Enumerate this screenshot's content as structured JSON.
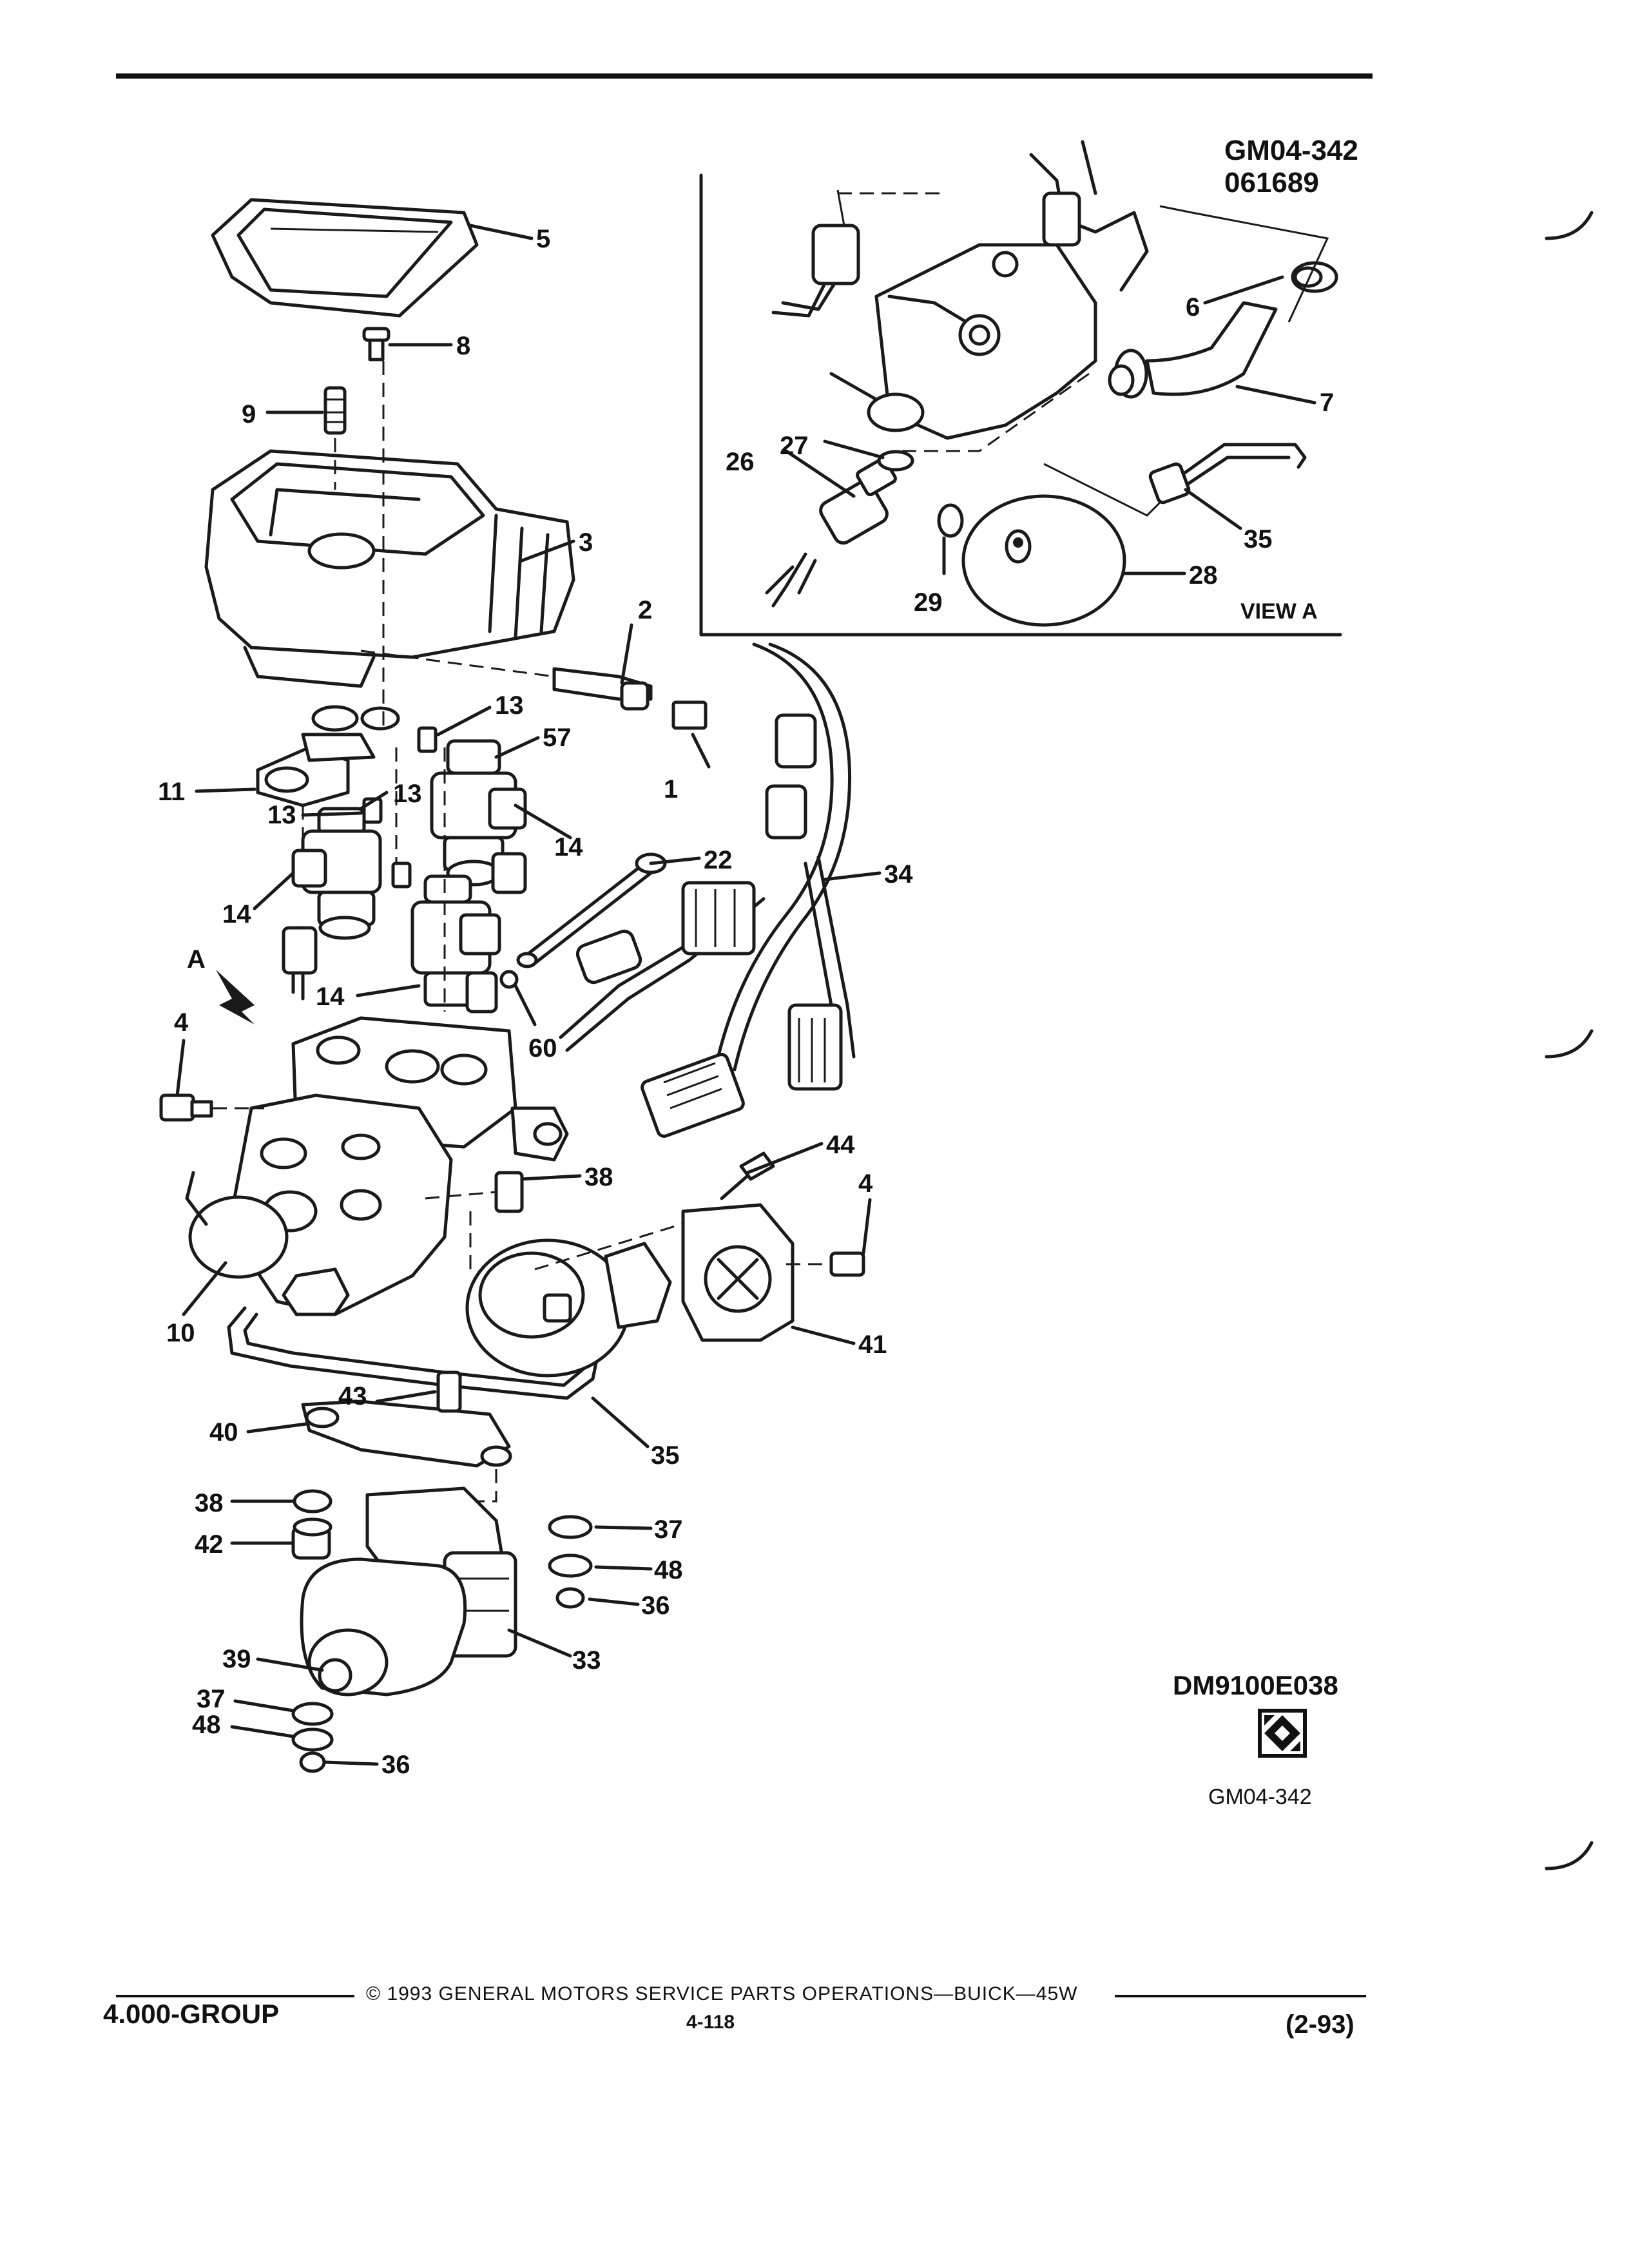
{
  "header": {
    "figure_code": "GM04-342",
    "figure_id": "061689"
  },
  "view_a": {
    "label": "VIEW A",
    "callouts": [
      "6",
      "7",
      "26",
      "27",
      "28",
      "29",
      "35"
    ]
  },
  "main": {
    "callouts": [
      "5",
      "8",
      "9",
      "3",
      "2",
      "13",
      "57",
      "11",
      "13",
      "13",
      "14",
      "1",
      "14",
      "22",
      "34",
      "14",
      "A",
      "4",
      "60",
      "44",
      "38",
      "4",
      "10",
      "41",
      "43",
      "40",
      "35",
      "38",
      "37",
      "42",
      "48",
      "36",
      "39",
      "33",
      "37",
      "48",
      "36"
    ]
  },
  "reference": {
    "drawing_number": "DM9100E038",
    "icon": "exploded-view-icon",
    "figure_code": "GM04-342"
  },
  "footer": {
    "group": "4.000-GROUP",
    "copyright": "© 1993 GENERAL MOTORS SERVICE PARTS OPERATIONS—BUICK—45W",
    "page": "4-118",
    "date": "(2-93)"
  }
}
